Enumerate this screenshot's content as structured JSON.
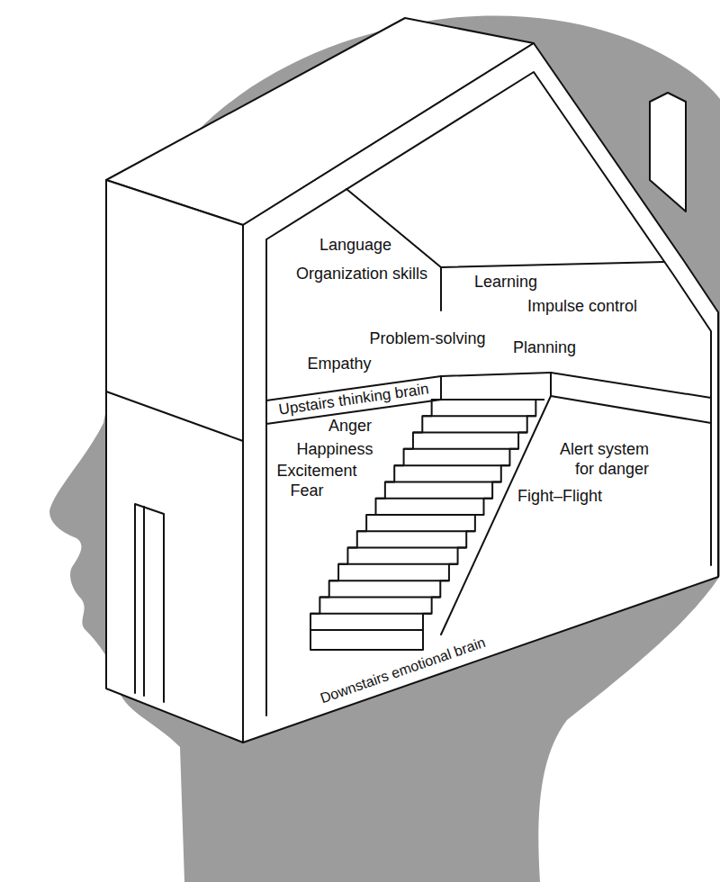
{
  "diagram": {
    "labels": [
      "Language",
      "Organization skills",
      "Learning",
      "Impulse control",
      "Empathy",
      "Problem-solving",
      "Planning",
      "Upstairs thinking brain",
      "Anger",
      "Happiness",
      "Excitement",
      "Fear",
      "Alert system for danger",
      "Fight–Flight",
      "Downstairs emotional brain"
    ]
  }
}
